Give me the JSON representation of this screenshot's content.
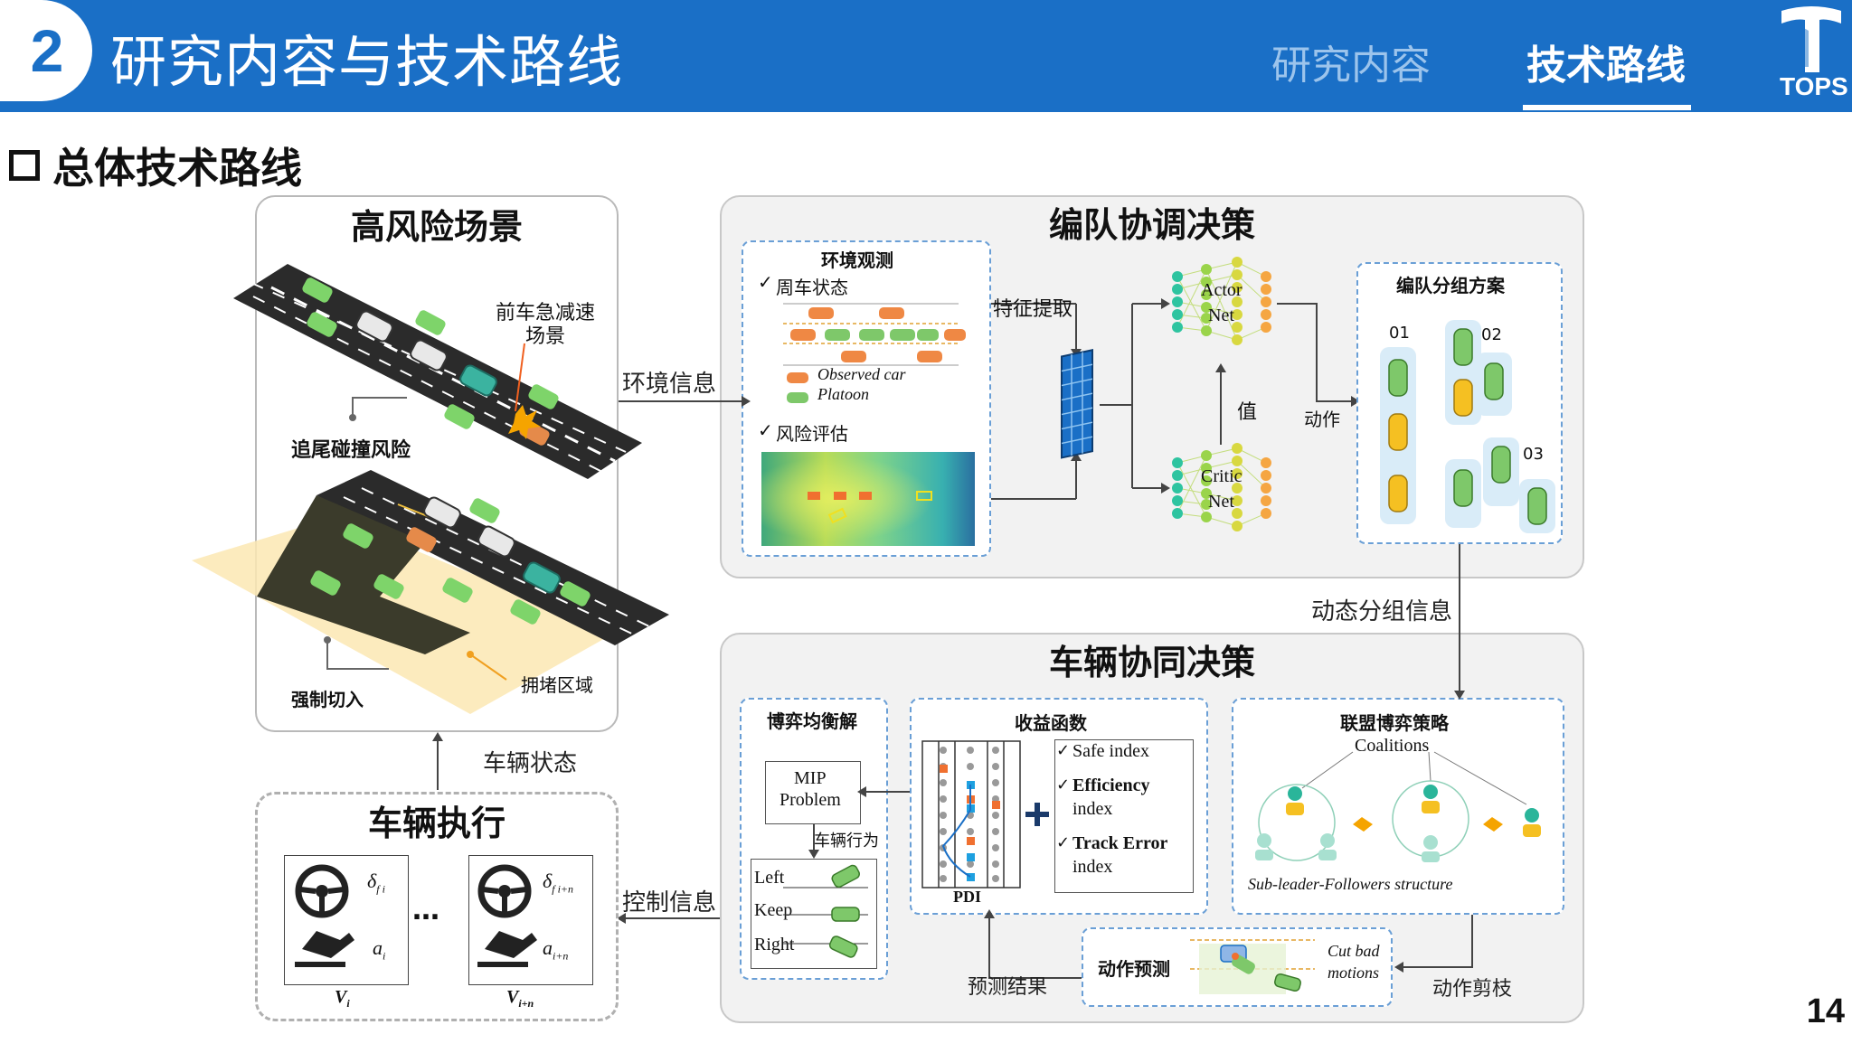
{
  "header": {
    "section_number": "2",
    "title": "研究内容与技术路线",
    "tabs": [
      {
        "label": "研究内容",
        "active": false
      },
      {
        "label": "技术路线",
        "active": true
      }
    ],
    "logo_text": "TOPS",
    "colors": {
      "bar": "#1a6fc6",
      "tab_inactive": "#9cc4ec"
    }
  },
  "section_heading": "总体技术路线",
  "high_risk": {
    "title": "高风险场景",
    "callout_brake": "前车急减速\n场景",
    "label_rear_end": "追尾碰撞风险",
    "label_cut_in": "强制切入",
    "label_congestion": "拥堵区域"
  },
  "platoon": {
    "title": "编队协调决策",
    "env_box": {
      "title": "环境观测",
      "item1": "周车状态",
      "legend_observed": "Observed car",
      "legend_platoon": "Platoon",
      "item2": "风险评估"
    },
    "feature_label": "特征提取",
    "actor_line1": "Actor",
    "actor_line2": "Net",
    "critic_line1": "Critic",
    "critic_line2": "Net",
    "value_label": "值",
    "action_label": "动作",
    "group_box": {
      "title": "编队分组方案",
      "g1": "01",
      "g2": "02",
      "g3": "03"
    }
  },
  "flows": {
    "env_info": "环境信息",
    "dynamic_group": "动态分组信息",
    "vehicle_state": "车辆状态",
    "control_info": "控制信息",
    "predict_result": "预测结果",
    "action_prune": "动作剪枝"
  },
  "vehicle_coop": {
    "title": "车辆协同决策",
    "game_box": {
      "title": "博弈均衡解",
      "mip_line1": "MIP",
      "mip_line2": "Problem",
      "behavior": "车辆行为",
      "left": "Left",
      "keep": "Keep",
      "right": "Right"
    },
    "payoff_box": {
      "title": "收益函数",
      "pdi": "PDI",
      "safe": "Safe index",
      "eff1": "Efficiency",
      "eff2": "index",
      "track1": "Track Error",
      "track2": "index"
    },
    "coalition_box": {
      "title": "联盟博弈策略",
      "coalitions": "Coalitions",
      "structure": "Sub-leader-Followers structure"
    },
    "predict_box": {
      "title": "动作预测",
      "cut1": "Cut bad",
      "cut2": "motions"
    }
  },
  "execution": {
    "title": "车辆执行",
    "dots": "…",
    "delta_i": "δ",
    "delta_i_sub": "f i",
    "a_i": "a",
    "a_i_sub": "i",
    "v_i": "V",
    "v_i_sub": "i",
    "delta_n_sub": "f i+n",
    "a_n_sub": "i+n",
    "v_n_sub": "i+n"
  },
  "page_number": "14"
}
